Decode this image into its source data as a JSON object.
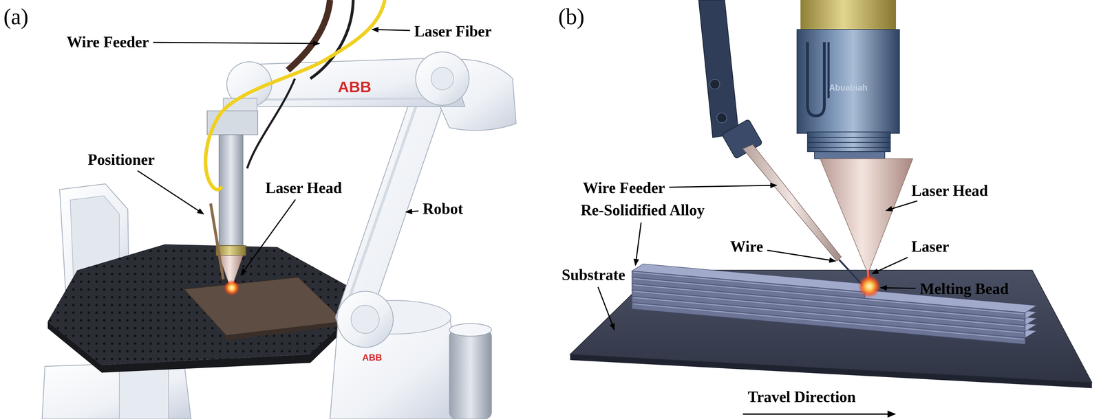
{
  "diagram": {
    "labels": [
      "(a)",
      "Wire Feeder",
      "Laser Fiber",
      "ABB",
      "Positioner",
      "Laser Head",
      "Robot",
      "ABB",
      "(b)",
      "Abuabiah",
      "Wire Feeder",
      "Laser Head",
      "Re-Solidified Alloy",
      "Wire",
      "Laser",
      "Melting Bead",
      "Substrate",
      "Travel Direction"
    ]
  }
}
